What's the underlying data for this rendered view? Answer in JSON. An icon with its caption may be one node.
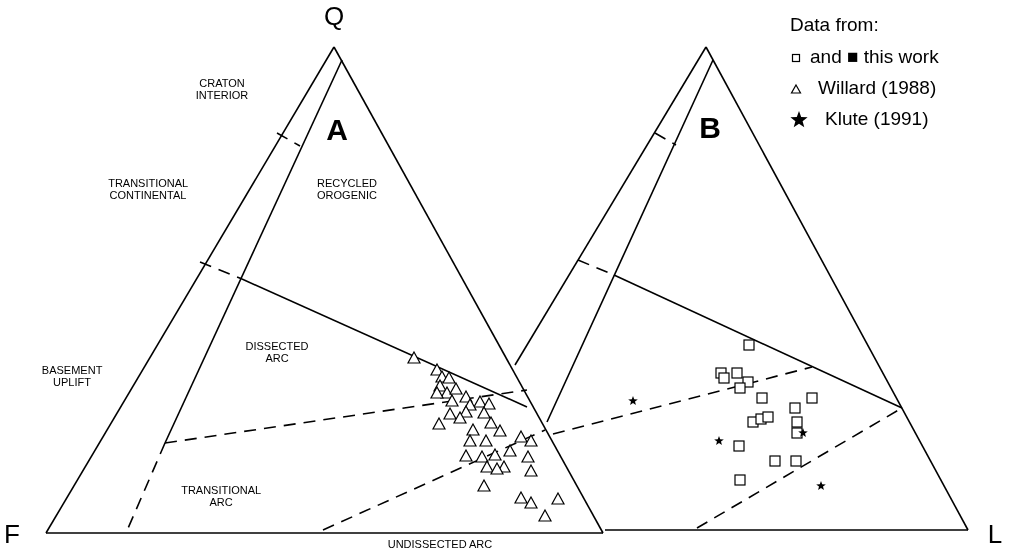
{
  "diagram": {
    "labels": [
      "Q",
      "Data from:",
      "CRATON INTERIOR",
      "A",
      "B",
      "TRANSITIONAL CONTINENTAL",
      "RECYCLED OROGENIC",
      "DISSECTED ARC",
      "BASEMENT UPLIFT",
      "TRANSITIONAL ARC",
      "F",
      "UNDISSECTED ARC",
      "L"
    ],
    "legend": [
      {
        "text": "and ■ this work"
      },
      {
        "text": "Willard (1988)"
      },
      {
        "text": "Klute (1991)"
      }
    ]
  }
}
